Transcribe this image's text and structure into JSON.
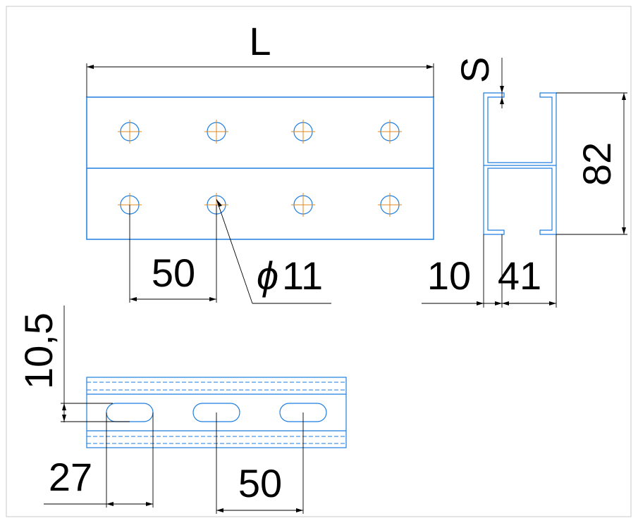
{
  "dimensions": {
    "length": "L",
    "thickness": "S",
    "height": "82",
    "lip": "10",
    "width": "41",
    "hole_pitch_top": "50",
    "hole_diameter_symbol": "ϕ",
    "hole_diameter_value": "11",
    "slot_offset": "10,5",
    "slot_length": "27",
    "slot_pitch": "50"
  },
  "colors": {
    "outline": "#1e7ee0",
    "centerline": "#e08a1e",
    "dimension": "#000000"
  }
}
